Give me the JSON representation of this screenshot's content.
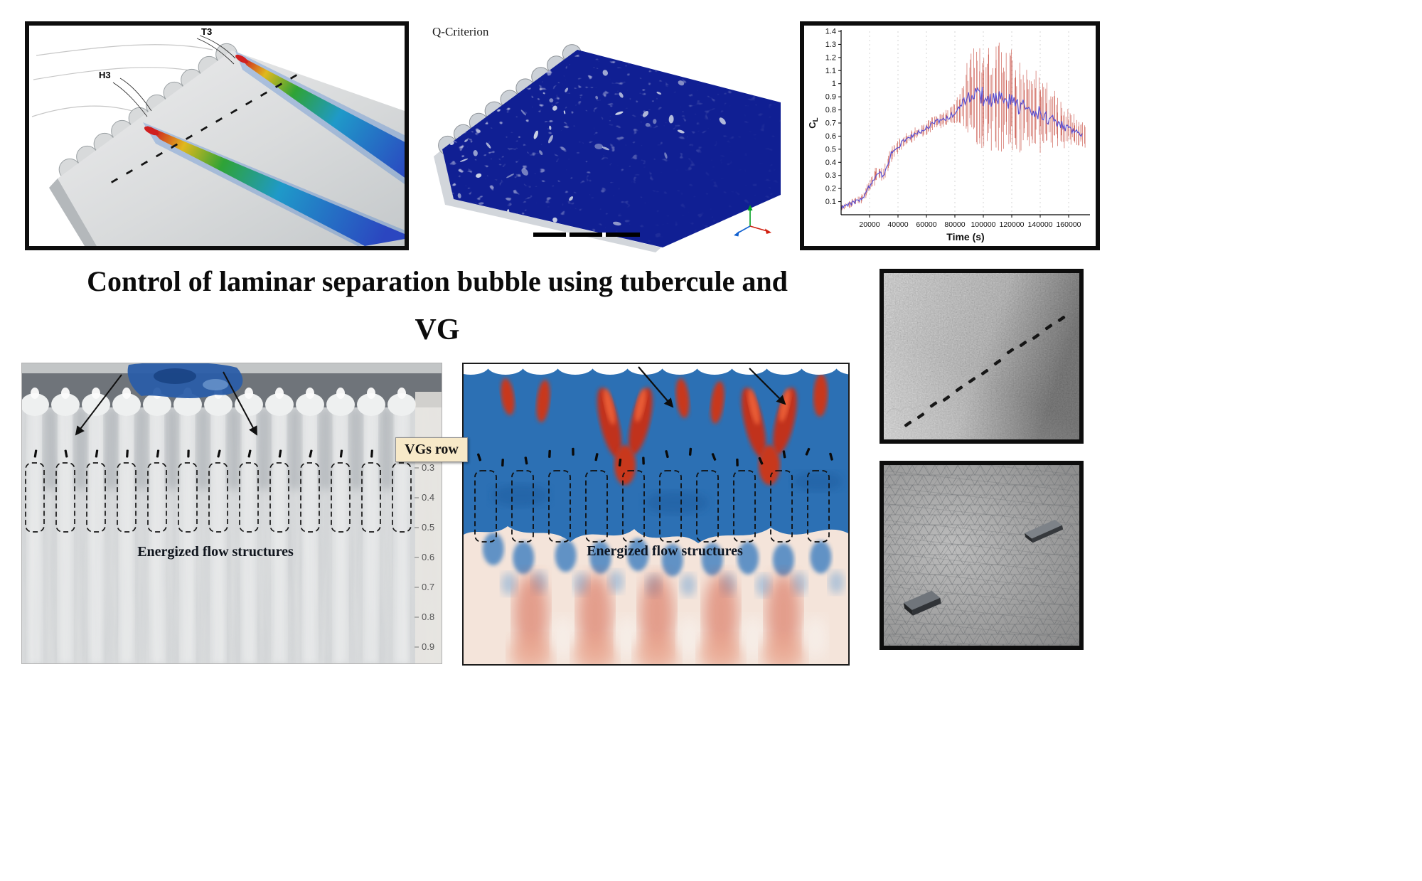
{
  "title": {
    "line1": "Control of laminar separation bubble using tubercule and",
    "line2": "VG"
  },
  "panels": {
    "cfd_surface": {
      "labels": {
        "t3": "T3",
        "h3": "H3"
      }
    },
    "q_criterion": {
      "label": "Q-Criterion"
    },
    "oil_flow": {
      "annotation": "Energized flow structures",
      "ruler_values": [
        "0.3",
        "0.4",
        "0.5",
        "0.6",
        "0.7",
        "0.8",
        "0.9"
      ],
      "vg_box_count": 13,
      "dash_count": 13
    },
    "vgs_row_label": "VGs row",
    "contour": {
      "annotation": "Energized flow structures",
      "vg_box_count": 10,
      "dash_count": 16
    },
    "tubercle_photo": {
      "dash_count": 13
    },
    "mesh_panel": {
      "vg_count": 2
    }
  },
  "chart_data": {
    "type": "line",
    "title": "",
    "xlabel": "Time (s)",
    "ylabel": "C_L",
    "xlim": [
      0,
      175000
    ],
    "ylim": [
      0,
      1.4
    ],
    "x_ticks": [
      20000,
      40000,
      60000,
      80000,
      100000,
      120000,
      140000,
      160000
    ],
    "y_ticks": [
      0.1,
      0.2,
      0.3,
      0.4,
      0.5,
      0.6,
      0.7,
      0.8,
      0.9,
      1,
      1.1,
      1.2,
      1.3,
      1.4
    ],
    "grid": "vertical-dashed",
    "legend": "none",
    "series": [
      {
        "name": "CL fluctuation envelope",
        "type": "envelope",
        "color": "#c23b2e",
        "x": [
          0,
          5000,
          10000,
          15000,
          20000,
          25000,
          30000,
          35000,
          40000,
          45000,
          50000,
          55000,
          60000,
          65000,
          70000,
          75000,
          80000,
          85000,
          90000,
          95000,
          100000,
          105000,
          110000,
          115000,
          120000,
          125000,
          130000,
          135000,
          140000,
          145000,
          150000,
          155000,
          160000,
          165000,
          170000
        ],
        "half_width": [
          0.02,
          0.03,
          0.03,
          0.04,
          0.05,
          0.06,
          0.05,
          0.06,
          0.06,
          0.05,
          0.05,
          0.05,
          0.05,
          0.06,
          0.06,
          0.07,
          0.08,
          0.16,
          0.3,
          0.38,
          0.42,
          0.43,
          0.42,
          0.43,
          0.4,
          0.36,
          0.33,
          0.31,
          0.33,
          0.28,
          0.22,
          0.18,
          0.15,
          0.12,
          0.1
        ]
      },
      {
        "name": "CL",
        "type": "line",
        "color": "#5b4fd0",
        "x": [
          0,
          5000,
          10000,
          15000,
          20000,
          25000,
          30000,
          35000,
          40000,
          45000,
          50000,
          55000,
          60000,
          65000,
          70000,
          75000,
          80000,
          85000,
          90000,
          95000,
          100000,
          105000,
          110000,
          115000,
          120000,
          125000,
          130000,
          135000,
          140000,
          145000,
          150000,
          155000,
          160000,
          165000,
          170000
        ],
        "y": [
          0.05,
          0.08,
          0.1,
          0.13,
          0.22,
          0.32,
          0.3,
          0.46,
          0.52,
          0.57,
          0.6,
          0.63,
          0.66,
          0.7,
          0.72,
          0.74,
          0.78,
          0.84,
          0.9,
          0.93,
          0.9,
          0.88,
          0.92,
          0.85,
          0.88,
          0.8,
          0.83,
          0.76,
          0.8,
          0.74,
          0.72,
          0.68,
          0.66,
          0.63,
          0.61
        ]
      }
    ]
  }
}
